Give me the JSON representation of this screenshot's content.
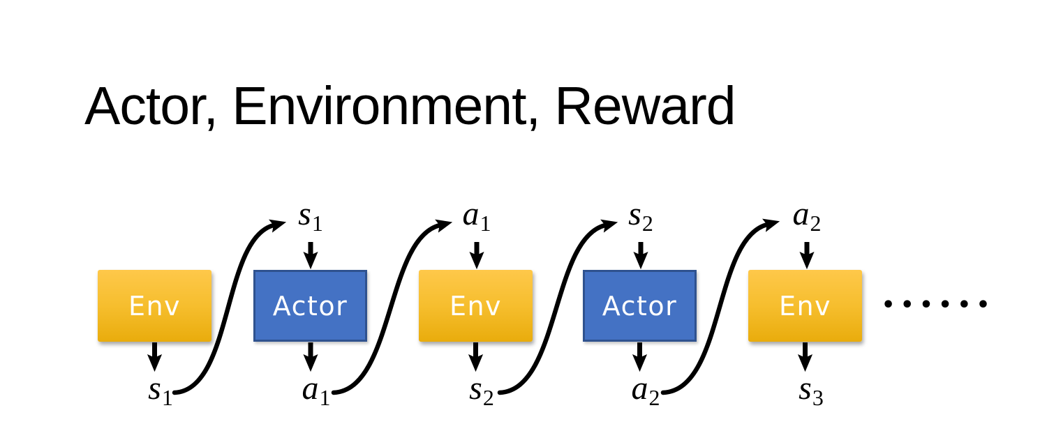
{
  "title": "Actor, Environment, Reward",
  "ellipsis": "••••••",
  "colors": {
    "env_gradient_top": "#FEC84A",
    "env_gradient_bottom": "#E9AC0C",
    "actor_fill": "#4472C4",
    "actor_border": "#2F528F",
    "arrow": "#000000",
    "box_text": "#FFFFFF",
    "title_text": "#000000",
    "background": "#FFFFFF"
  },
  "columns": [
    {
      "box": "Env",
      "bottom": {
        "base": "s",
        "sub": "1"
      }
    },
    {
      "box": "Actor",
      "top": {
        "base": "s",
        "sub": "1"
      },
      "bottom": {
        "base": "a",
        "sub": "1"
      }
    },
    {
      "box": "Env",
      "top": {
        "base": "a",
        "sub": "1"
      },
      "bottom": {
        "base": "s",
        "sub": "2"
      }
    },
    {
      "box": "Actor",
      "top": {
        "base": "s",
        "sub": "2"
      },
      "bottom": {
        "base": "a",
        "sub": "2"
      }
    },
    {
      "box": "Env",
      "top": {
        "base": "a",
        "sub": "2"
      },
      "bottom": {
        "base": "s",
        "sub": "3"
      }
    }
  ]
}
